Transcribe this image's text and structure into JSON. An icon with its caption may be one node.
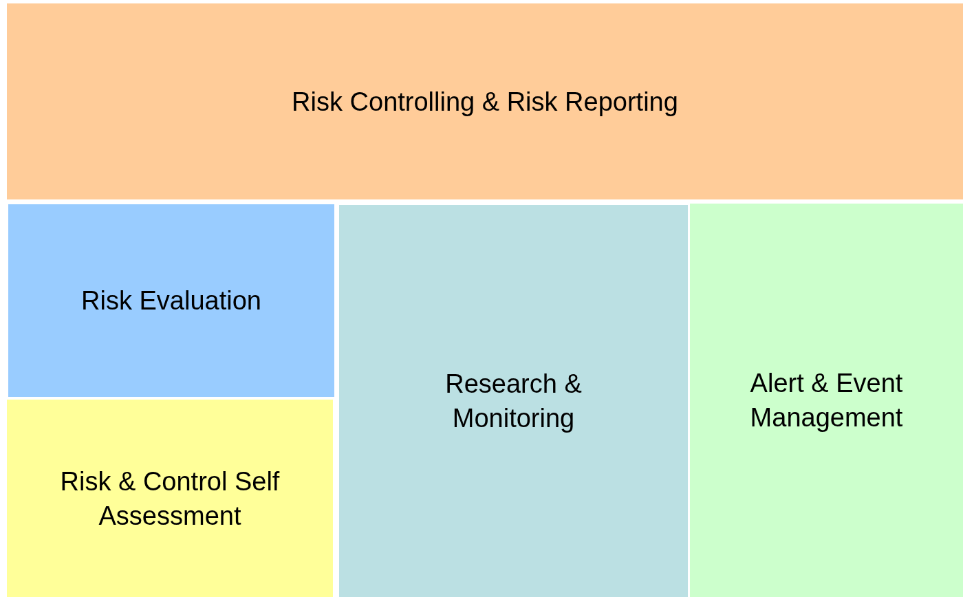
{
  "diagram": {
    "nodes": [
      {
        "text": [
          "Risk Controlling & Risk Reporting"
        ]
      },
      {
        "text": [
          "Risk Evaluation"
        ]
      },
      {
        "text": [
          "Risk & Control Self Assessment"
        ]
      },
      {
        "text": [
          "Research & Monitoring"
        ]
      },
      {
        "text": [
          "Alert & Event Management"
        ]
      }
    ]
  }
}
